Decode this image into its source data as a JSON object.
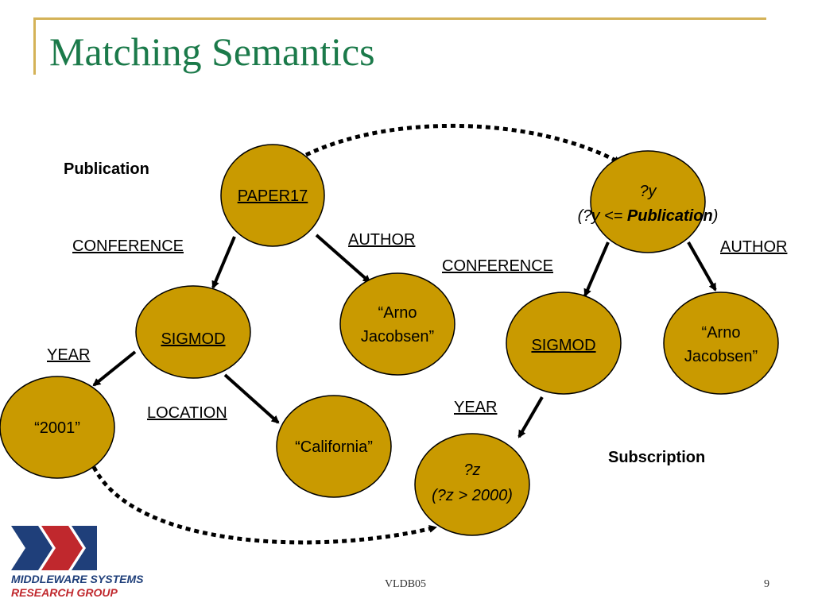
{
  "slide": {
    "title": "Matching Semantics",
    "footer_center": "VLDB05",
    "page_number": "9"
  },
  "labels": {
    "publication": "Publication",
    "subscription": "Subscription"
  },
  "nodes": {
    "paper17": "PAPER17",
    "sigmod_left": "SIGMOD",
    "arno_left_line1": "“Arno",
    "arno_left_line2": "Jacobsen”",
    "year2001": "“2001”",
    "california": "“California”",
    "y_line1": "?y",
    "y_line2_pre": "(?y <= ",
    "y_line2_bold": "Publication",
    "y_line2_post": ")",
    "sigmod_right": "SIGMOD",
    "arno_right_line1": "“Arno",
    "arno_right_line2": "Jacobsen”",
    "z_line1": "?z",
    "z_line2": "(?z > 2000)"
  },
  "edges": {
    "conference_left": "CONFERENCE",
    "author_left": "AUTHOR",
    "year_left": "YEAR",
    "location_left": "LOCATION",
    "conference_right": "CONFERENCE",
    "author_right": "AUTHOR",
    "year_right": "YEAR"
  },
  "logo": {
    "line1": "MIDDLEWARE SYSTEMS",
    "line2": "RESEARCH GROUP"
  },
  "colors": {
    "node_fill": "#c99a00",
    "title": "#1b7a4a",
    "logo_blue": "#1f3f7a",
    "logo_red": "#c0282d"
  }
}
